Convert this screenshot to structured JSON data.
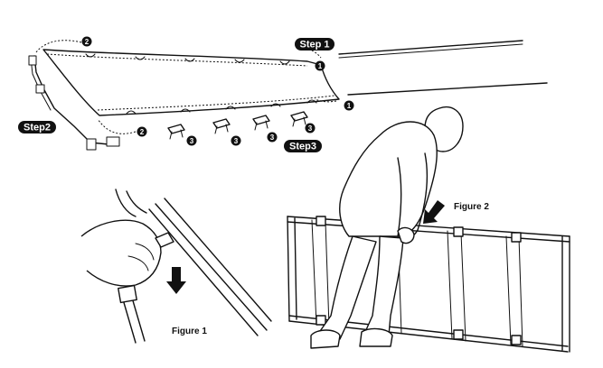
{
  "labels": {
    "step1": "Step 1",
    "step2": "Step2",
    "step3": "Step3",
    "figure1": "Figure 1",
    "figure2": "Figure 2"
  },
  "markers": {
    "one": "1",
    "two": "2",
    "three": "3"
  },
  "colors": {
    "ink": "#111111",
    "paper": "#ffffff"
  }
}
